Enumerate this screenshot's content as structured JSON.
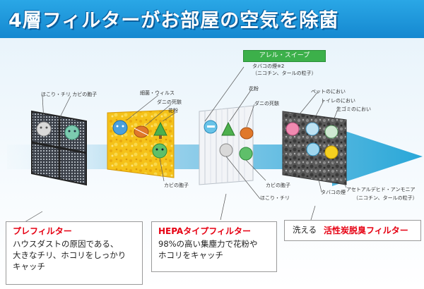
{
  "banner": {
    "title": "4層フィルターがお部屋の空気を除菌"
  },
  "labels": {
    "prefilter_mold": "ほこり・チリ カビの胞子",
    "bacteria_virus": "細菌・ウィルス",
    "mite_carcass_1": "ダニの死骸",
    "pollen_1": "花粉",
    "mold_spore_bottom": "カビの胞子",
    "allergy_sweep": "アレル・スイープ",
    "tobacco_smoke_2": "タバコの煙※2",
    "nicotine_tar_1": "（ニコチン、タールの粒子）",
    "pollen_2": "花粉",
    "mite_carcass_2": "ダニの死骸",
    "mold_spore_hepa": "カビの胞子",
    "dust_hepa": "ほこり・チリ",
    "pet_odor": "ペットのにおい",
    "toilet_odor": "トイレのにおい",
    "garbage_odor": "生ゴミのにおい",
    "acetaldehyde": "アセトアルデヒド・アンモニア",
    "nicotine_tar_2": "（ニコチン、タールの粒子）",
    "tobacco_smoke": "タバコの煙"
  },
  "boxes": {
    "prefilter": {
      "title": "プレフィルター",
      "line1": "ハウスダストの原因である、",
      "line2": "大きなチリ、ホコリをしっかり",
      "line3": "キャッチ"
    },
    "hepa": {
      "title": "HEPAタイプフィルター",
      "line1": "98%の高い集塵力で花粉や",
      "line2": "ホコリをキャッチ"
    },
    "carbon": {
      "prefix": "洗える",
      "title": "活性炭脱臭フィルター"
    }
  },
  "colors": {
    "banner": "#1a8fd6",
    "arrow": "#3bb2dd",
    "allergy_tag": "#3cb04a",
    "accent_red": "#e60012",
    "yellow_filter": "#f5c218",
    "carbon_filter": "#555555"
  },
  "icons": {
    "dust": "dust-icon",
    "mold": "mold-icon",
    "virus": "virus-icon",
    "mite": "mite-icon",
    "pollen": "pollen-icon",
    "smoke": "smoke-icon",
    "pet": "pet-icon",
    "toilet": "toilet-icon",
    "garbage": "garbage-icon"
  }
}
